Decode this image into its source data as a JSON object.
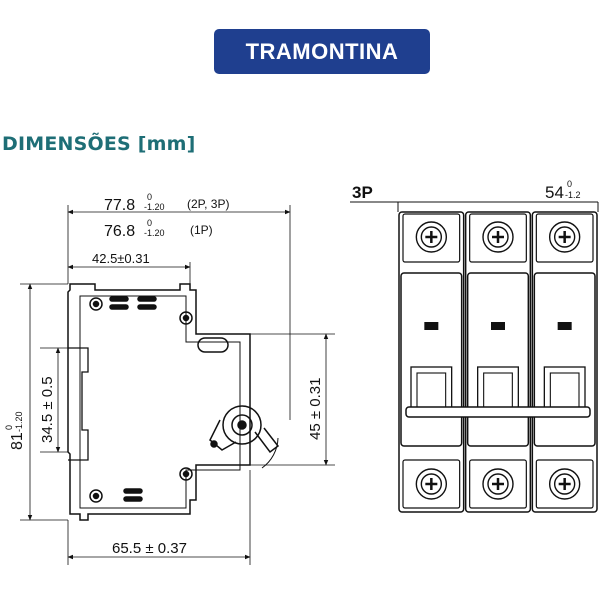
{
  "brand": {
    "name": "TRAMONTINA",
    "color": "#1f3f8f"
  },
  "section_title": {
    "text": "DIMENSÕES [mm]",
    "color": "#1e6e76"
  },
  "side_view": {
    "width_multi": {
      "value": "77.8",
      "tol_upper": "0",
      "tol_lower": "-1.20",
      "note": "(2P, 3P)"
    },
    "width_single": {
      "value": "76.8",
      "tol_upper": "0",
      "tol_lower": "-1.20",
      "note": "(1P)"
    },
    "front_depth": "42.5±0.31",
    "height": {
      "value": "81",
      "tol_upper": "0",
      "tol_lower": "-1.20"
    },
    "rail_height": "34.5 ± 0.5",
    "front_height": "45 ± 0.31",
    "base_depth": "65.5 ± 0.37"
  },
  "front_view": {
    "label": "3P",
    "width": {
      "value": "54",
      "tol_upper": "0",
      "tol_lower": "-1.2"
    },
    "poles": 3
  }
}
